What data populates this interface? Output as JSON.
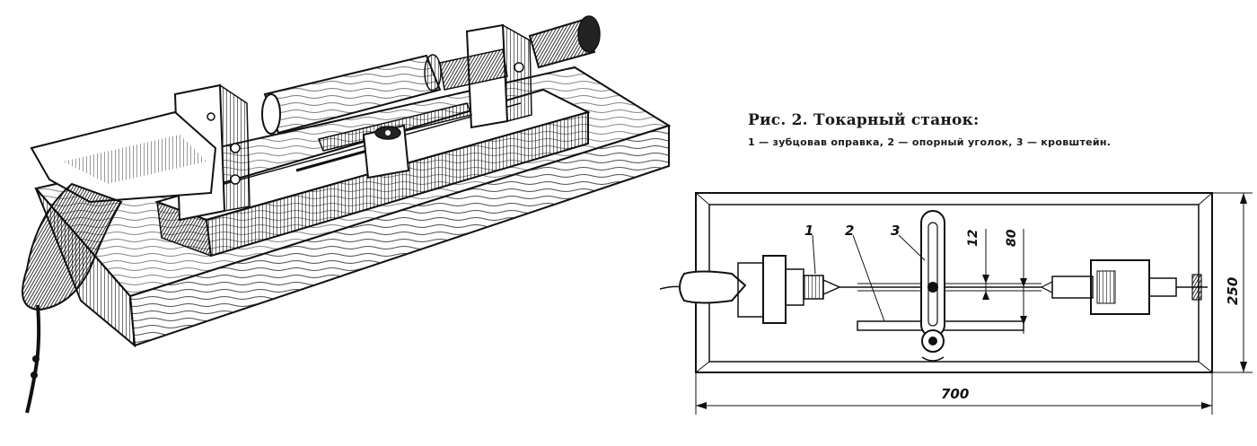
{
  "caption": {
    "title": "Рис. 2. Токарный станок:",
    "legend": "1 — зубцовав оправка, 2 — опорный уголок, 3 — кровштейн."
  },
  "drawing": {
    "callouts": [
      "1",
      "2",
      "3"
    ],
    "dimensions": {
      "length": "700",
      "width": "250",
      "height_small": "12",
      "height_large": "80"
    }
  }
}
